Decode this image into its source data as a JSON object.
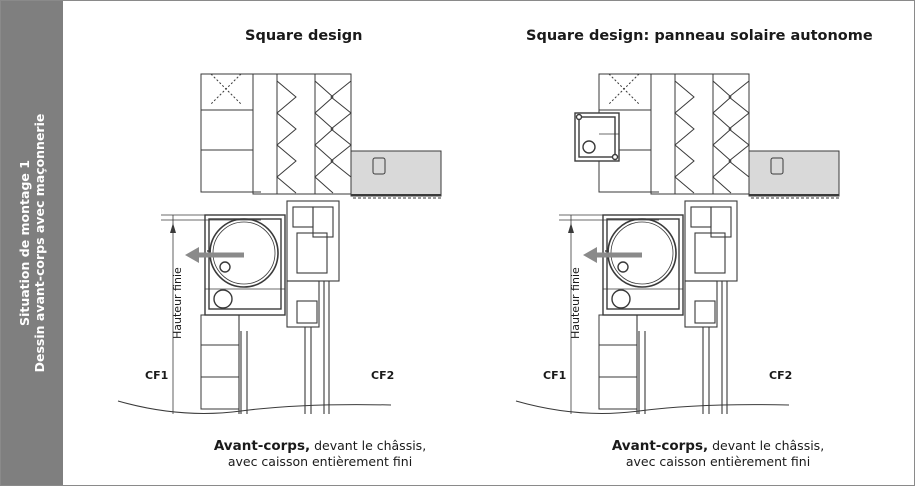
{
  "side_label": {
    "line1": "Situation de montage 1",
    "line2": "Dessin avant-corps avec maçonnerie"
  },
  "panels": [
    {
      "title": "Square design",
      "measure_label": "Hauteur finie",
      "cf1": "CF1",
      "cf2": "CF2",
      "caption_bold": "Avant-corps,",
      "caption_rest": " devant le châssis,",
      "caption_line2": "avec caisson entièrement fini"
    },
    {
      "title": "Square design: panneau solaire autonome",
      "measure_label": "Hauteur finie",
      "cf1": "CF1",
      "cf2": "CF2",
      "caption_bold": "Avant-corps,",
      "caption_rest": " devant le châssis,",
      "caption_line2": "avec caisson entièrement fini"
    }
  ],
  "colors": {
    "side_band": "#7f7f7f",
    "line": "#3a3a3a",
    "insulation_fill": "#d9d9d9",
    "sill_fill": "#bfbfbf"
  }
}
